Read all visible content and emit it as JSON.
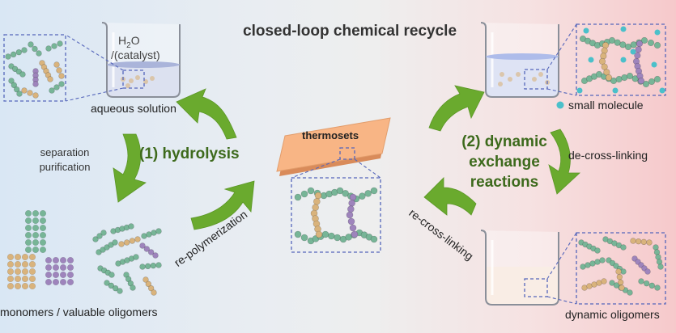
{
  "title": "closed-loop chemical recycle",
  "beaker_left": {
    "h2o_main": "H",
    "h2o_sub": "2",
    "h2o_tail": "O",
    "catalyst": "/(catalyst)",
    "caption": "aqueous solution"
  },
  "left_steps": {
    "separation": "separation",
    "purification": "purification",
    "hydrolysis": "(1) hydrolysis",
    "repolymerization": "re-polymerization",
    "products": "monomers / valuable oligomers"
  },
  "center": {
    "thermosets": "thermosets"
  },
  "right_steps": {
    "dynamic_line1": "(2) dynamic",
    "dynamic_line2": "exchange",
    "dynamic_line3": "reactions",
    "de_cross_linking": "de-cross-linking",
    "re_cross_linking": "re-cross-linking",
    "small_molecule": "small molecule",
    "dynamic_oligomers": "dynamic oligomers"
  },
  "colors": {
    "arrow_green": "#6aaa2e",
    "bead_green": "#77b597",
    "bead_tan": "#d9b37c",
    "bead_purple": "#9e84bc",
    "bead_cyan": "#4bc0ca",
    "slab_top": "#f8b585",
    "slab_side": "#d98b5a",
    "zoom_box": "#5566bb",
    "water": "#c6cee8",
    "pink_liquid": "#f6e3d6"
  }
}
